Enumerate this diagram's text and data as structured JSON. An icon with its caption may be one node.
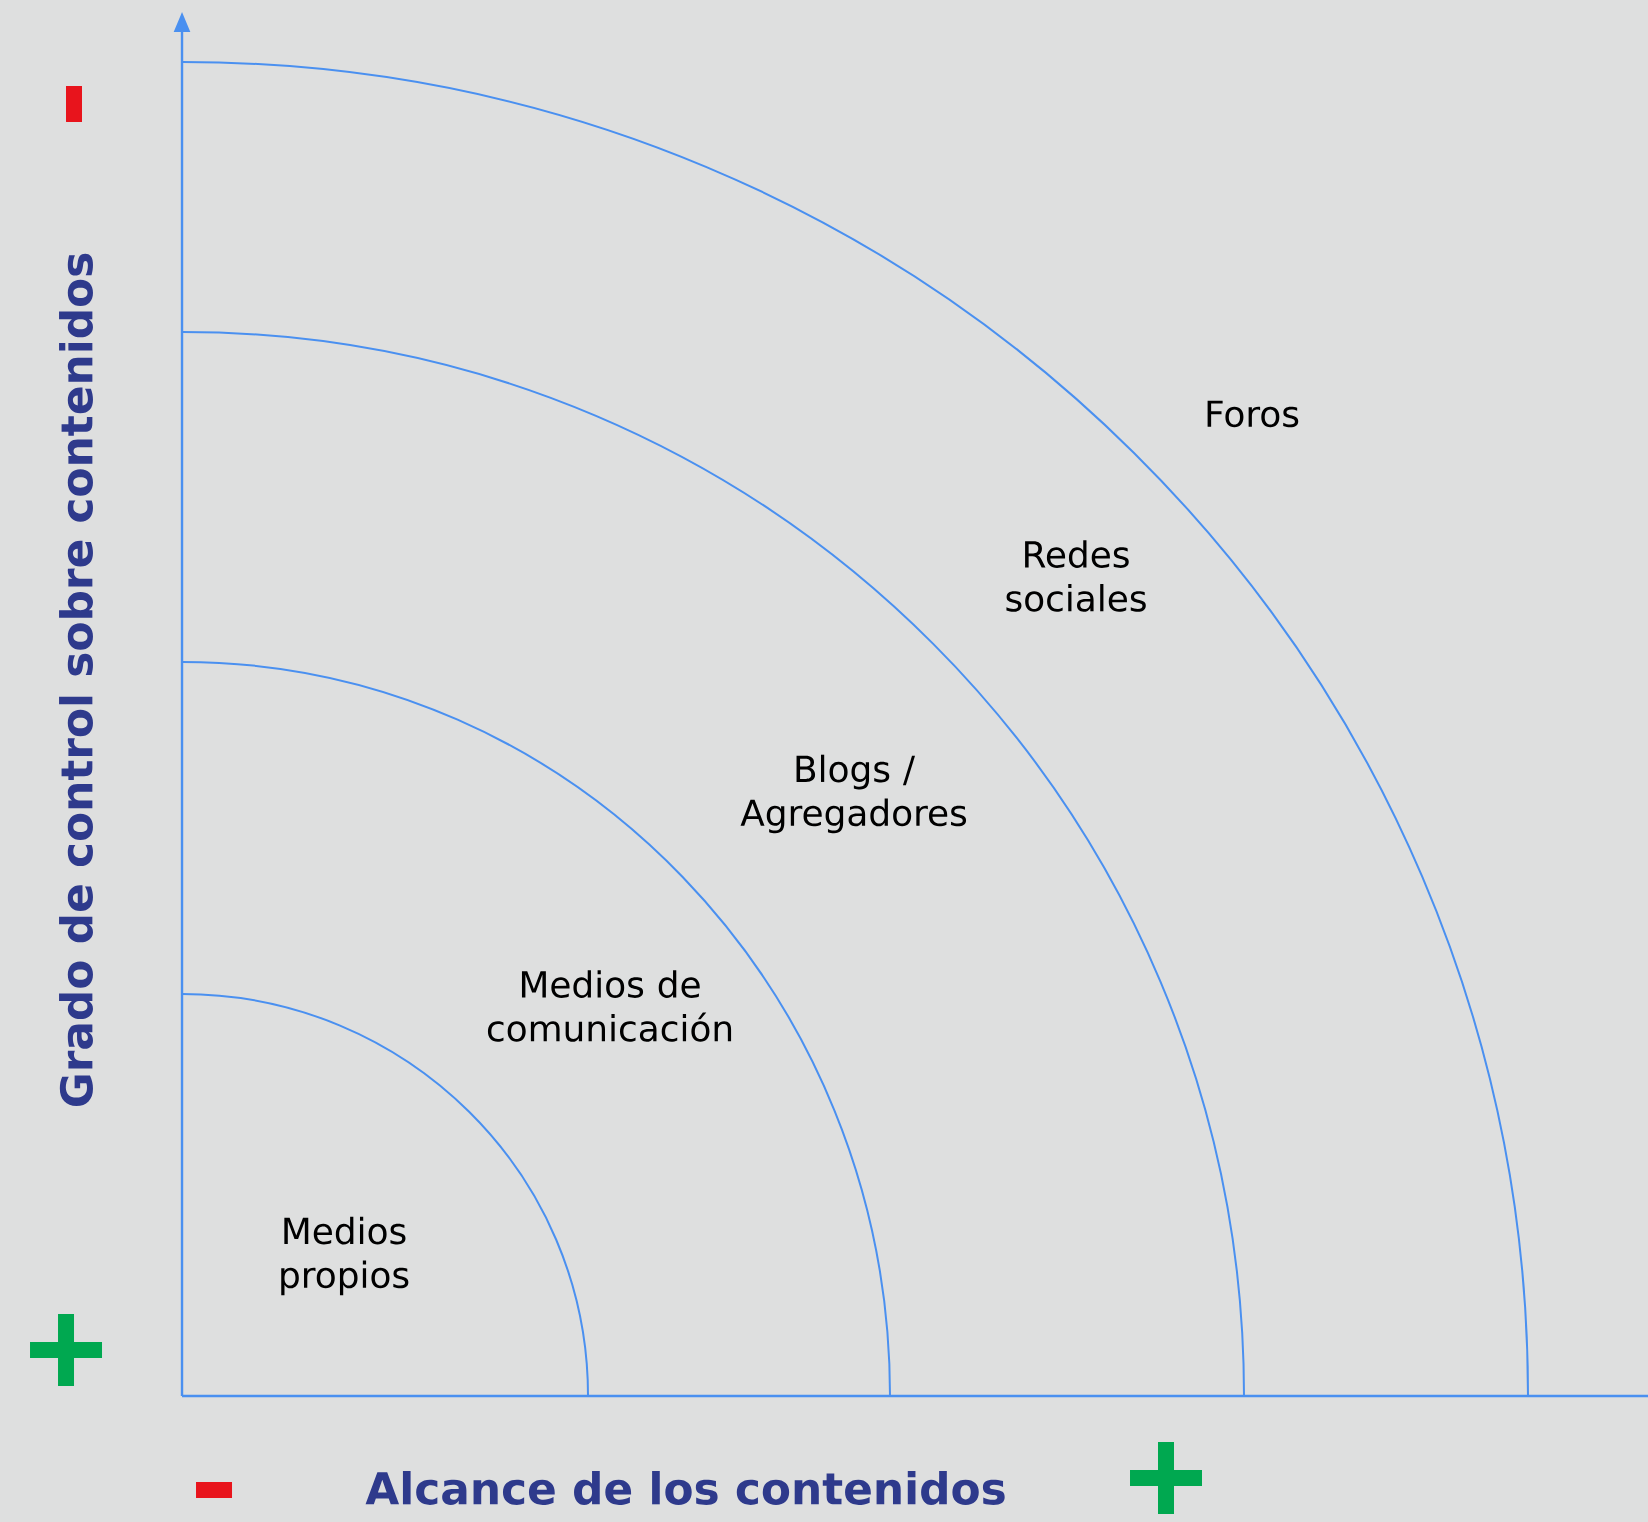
{
  "diagram": {
    "labels": [
      "Grado de control sobre contenidos",
      "Foros",
      "Redes sociales",
      "Blogs / Agregadores",
      "Medios de comunicación",
      "Medios propios",
      "Alcance de los contenidos"
    ]
  }
}
